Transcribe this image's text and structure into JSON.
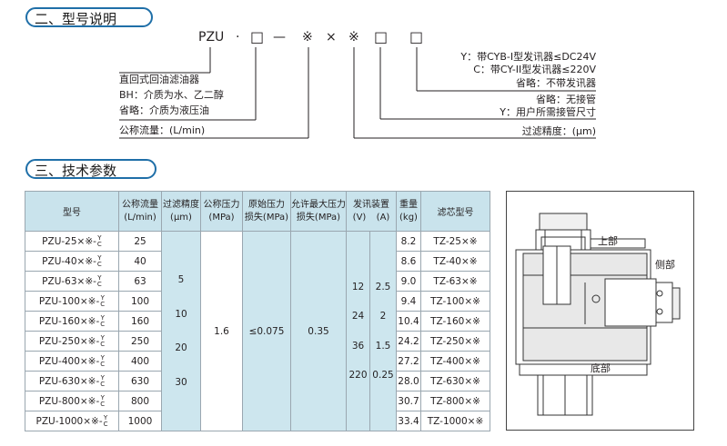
{
  "section2": {
    "title": "二、型号说明",
    "code": {
      "prefix": "PZU",
      "sep_dot": "·",
      "box1": "□",
      "dash": "—",
      "star1": "※",
      "times": "×",
      "star2": "※",
      "box2": "□",
      "box3": "□"
    },
    "left_labels": [
      "直回式回油滤油器",
      "BH：介质为水、乙二醇",
      "省略：介质为液压油",
      "公称流量：(L/min)"
    ],
    "right_labels": [
      "Y：带CYB-I型发讯器≤DC24V",
      "C：带CY-II型发讯器≤220V",
      "省略：不带发讯器",
      "省略：无接管",
      "Y：用户所需接管尺寸",
      "过滤精度：(μm)"
    ]
  },
  "section3": {
    "title": "三、技术参数",
    "headers": {
      "model": "型号",
      "flow": "公称流量",
      "flow_unit": "(L/min)",
      "precision": "过滤精度",
      "precision_unit": "(μm)",
      "pressure": "公称压力",
      "pressure_unit": "(MPa)",
      "initial_loss": "原始压力",
      "initial_loss_unit": "损失(MPa)",
      "max_loss": "允许最大压力",
      "max_loss_unit": "损失(MPa)",
      "signal": "发讯装置",
      "signal_v": "(V)",
      "signal_a": "(A)",
      "weight": "重量",
      "weight_unit": "(kg)",
      "element": "滤芯型号"
    },
    "suffix_top": "Y",
    "suffix_bottom": "C",
    "rows": [
      {
        "model": "PZU-25×※-",
        "flow": "25",
        "weight": "8.2",
        "element": "TZ-25×※"
      },
      {
        "model": "PZU-40×※-",
        "flow": "40",
        "weight": "8.6",
        "element": "TZ-40×※"
      },
      {
        "model": "PZU-63×※-",
        "flow": "63",
        "weight": "9.0",
        "element": "TZ-63×※"
      },
      {
        "model": "PZU-100×※-",
        "flow": "100",
        "weight": "9.4",
        "element": "TZ-100×※"
      },
      {
        "model": "PZU-160×※-",
        "flow": "160",
        "weight": "10.4",
        "element": "TZ-160×※"
      },
      {
        "model": "PZU-250×※-",
        "flow": "250",
        "weight": "24.2",
        "element": "TZ-250×※"
      },
      {
        "model": "PZU-400×※-",
        "flow": "400",
        "weight": "27.2",
        "element": "TZ-400×※"
      },
      {
        "model": "PZU-630×※-",
        "flow": "630",
        "weight": "28.0",
        "element": "TZ-630×※"
      },
      {
        "model": "PZU-800×※-",
        "flow": "800",
        "weight": "30.7",
        "element": "TZ-800×※"
      },
      {
        "model": "PZU-1000×※-",
        "flow": "1000",
        "weight": "33.4",
        "element": "TZ-1000×※"
      }
    ],
    "precision_values": [
      "5",
      "10",
      "20",
      "30"
    ],
    "pressure_value": "1.6",
    "initial_loss_value": "≤0.075",
    "max_loss_value": "0.35",
    "signal_v_values": [
      "12",
      "24",
      "36",
      "220"
    ],
    "signal_a_values": [
      "2.5",
      "2",
      "1.5",
      "0.25"
    ]
  },
  "drawing": {
    "label_top": "上部",
    "label_side": "侧部",
    "label_bottom": "底部"
  }
}
